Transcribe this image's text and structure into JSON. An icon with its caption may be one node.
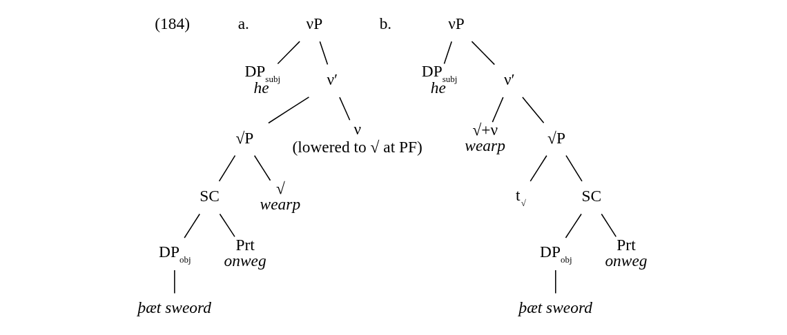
{
  "diagram": {
    "nodes": [
      {
        "text": [
          "νP"
        ]
      },
      {
        "text": [
          "DP$_{subj}$",
          "he"
        ]
      },
      {
        "text": [
          "ν′"
        ]
      },
      {
        "text": [
          "√P"
        ]
      },
      {
        "text": [
          "ν",
          "(lowered to √ at PF)"
        ]
      },
      {
        "text": [
          "SC"
        ]
      },
      {
        "text": [
          "√",
          "wearp"
        ]
      },
      {
        "text": [
          "DP$_{obj}$"
        ]
      },
      {
        "text": [
          "Prt",
          "onweg"
        ]
      },
      {
        "text": [
          "þæt sweord"
        ]
      },
      {
        "text": [
          "νP"
        ]
      },
      {
        "text": [
          "DP$_{subj}$",
          "he"
        ]
      },
      {
        "text": [
          "ν′"
        ]
      },
      {
        "text": [
          "√+ν",
          "wearp"
        ]
      },
      {
        "text": [
          "√P"
        ]
      },
      {
        "text": [
          "t$_{√}$"
        ]
      },
      {
        "text": [
          "SC"
        ]
      },
      {
        "text": [
          "DP$_{obj}$"
        ]
      },
      {
        "text": [
          "Prt",
          "onweg"
        ]
      },
      {
        "text": [
          "þæt sweord"
        ]
      }
    ],
    "edges": [
      {
        "from": 0,
        "to": 1,
        "arrow": "none"
      },
      {
        "from": 0,
        "to": 2,
        "arrow": "none"
      },
      {
        "from": 2,
        "to": 3,
        "arrow": "none"
      },
      {
        "from": 2,
        "to": 4,
        "arrow": "none"
      },
      {
        "from": 3,
        "to": 5,
        "arrow": "none"
      },
      {
        "from": 3,
        "to": 6,
        "arrow": "none"
      },
      {
        "from": 5,
        "to": 7,
        "arrow": "none"
      },
      {
        "from": 5,
        "to": 8,
        "arrow": "none"
      },
      {
        "from": 7,
        "to": 9,
        "arrow": "none"
      },
      {
        "from": 10,
        "to": 11,
        "arrow": "none"
      },
      {
        "from": 10,
        "to": 12,
        "arrow": "none"
      },
      {
        "from": 12,
        "to": 13,
        "arrow": "none"
      },
      {
        "from": 12,
        "to": 14,
        "arrow": "none"
      },
      {
        "from": 14,
        "to": 15,
        "arrow": "none"
      },
      {
        "from": 14,
        "to": 16,
        "arrow": "none"
      },
      {
        "from": 16,
        "to": 17,
        "arrow": "none"
      },
      {
        "from": 16,
        "to": 18,
        "arrow": "none"
      },
      {
        "from": 17,
        "to": 19,
        "arrow": "none"
      }
    ],
    "labels": [
      "(184)",
      "a.",
      "b."
    ]
  }
}
